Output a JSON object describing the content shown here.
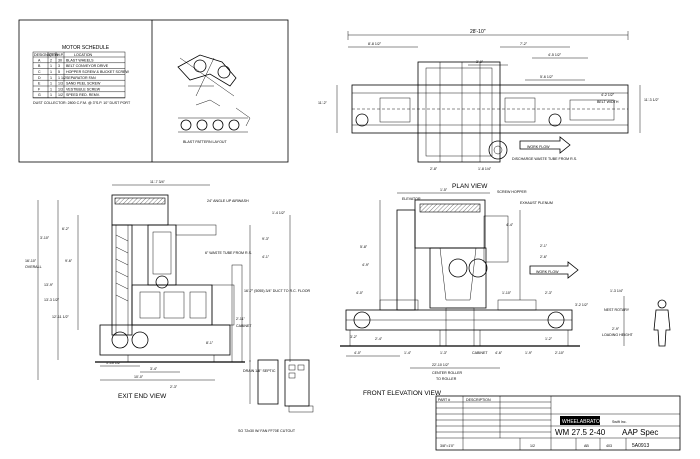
{
  "motor_schedule": {
    "title": "MOTOR SCHEDULE",
    "headers": [
      "DESIGNATION",
      "QTY.",
      "H.P.",
      "LOCATION"
    ],
    "rows": [
      [
        "A",
        "2",
        "30",
        "BLAST WHEELS"
      ],
      [
        "B",
        "1",
        "3",
        "BELT CONVEYOR DRIVE"
      ],
      [
        "C",
        "1",
        "5",
        "HOPPER SCREW & BUCKET SCREW"
      ],
      [
        "D",
        "1",
        "1 1/2",
        "SEPARATOR FAN"
      ],
      [
        "E",
        "1",
        "1/3",
        "SAND PEEL SCREW"
      ],
      [
        "F",
        "1",
        "1/3",
        "VESTIBULE SCREW"
      ],
      [
        "G",
        "1",
        "1/2",
        "SPEED RED. REMV."
      ]
    ],
    "note": "DUST COLLECTOR: 2800 C.F.M. @ 3\"S.P. 10\" DUST PORT"
  },
  "blast_pattern_label": "BLAST PATTERN LAYOUT",
  "views": {
    "plan": "PLAN VIEW",
    "exit_end": "EXIT END VIEW",
    "front_elevation": "FRONT ELEVATION VIEW"
  },
  "plan_dims": {
    "overall": "28'-10\"",
    "d1": "8'-8 1/2\"",
    "d2": "7'-2\"",
    "d3": "4'-5 1/2\"",
    "d4": "3'-0\"",
    "d5": "5'-6 1/2\"",
    "d6": "11'-2\"",
    "d7": "2'-8\"",
    "d8": "11'-3 1/2\"",
    "d9": "1'-8 1/4\"",
    "belt_width": "BELT WIDTH",
    "belt_dim": "4'-2 1/2\"",
    "work_flow": "WORK FLOW",
    "discharge": "DISCHARGE WASTE TUBE FROM R.S."
  },
  "exit_dims": {
    "top": "11'-7 3/4\"",
    "d1": "1'-4 1/2\"",
    "d2": "6'-2\"",
    "d3": "3'-10\"",
    "d4": "13'-9\"",
    "d5": "9'-6\"",
    "d6": "9'-3\"",
    "d7": "4'-1\"",
    "overall_label": "OVERALL",
    "overall_height": "16'-10\"",
    "d8": "13'-3 1/2\"",
    "d9": "12'-11 1/2\"",
    "d10": "1'-10 1/2\"",
    "d11": "3'-4\"",
    "d12": "10'-0\"",
    "d13": "2'-11\"",
    "d14": "8'-1\"",
    "d15": "2'-3\"",
    "angle_label": "24\" ANGLE UP AIRWASH",
    "dust_label": "6\" WASTE TUBE FROM R.S.",
    "cabinet": "CABINET",
    "slab_label": "16'-7\" (5055) 3/4\" DUCT TO R.C. FLOOR",
    "drain": "DRAIN 1/8\" SEPTIC"
  },
  "front_dims": {
    "d1": "1'-5\"",
    "d2": "5'-8\"",
    "d3": "4'-9\"",
    "d4": "4'-4\"",
    "d5": "2'-1\"",
    "d6": "2'-6\"",
    "d7": "4'-0\"",
    "d8": "1'-10\"",
    "d9": "2'-3\"",
    "d10": "4'-0\"",
    "d11": "1'-4\"",
    "d12": "1'-3\"",
    "d13": "4'-6\"",
    "d14": "3'-2\"",
    "d15": "2'-4\"",
    "d16": "1'-2\"",
    "d17": "1'-9\"",
    "d18": "2'-10\"",
    "center_roller": "CENTER ROLLER",
    "center_roller_dim": "22'-10 1/2\"",
    "to_roller": "TO ROLLER",
    "cabinet": "CABINET",
    "height_right": "3'-2 1/2\"",
    "work_flow": "WORK FLOW",
    "nest_rotary": "NEST ROTARY",
    "loading_height": "LOADING HEIGHT",
    "loading_dim": "2'-9\"",
    "side_height": "1'-3 1/4\"",
    "screw_label": "SCREW HOPPER",
    "exhaust_label": "EXHAUST PLENUM",
    "elev_label": "ELEVATOR"
  },
  "panel_cutout": "SO 72x30 W/ FAN FF70E CUTOUT",
  "title_block": {
    "company": "WHEELABRATOR",
    "model": "WM 27.5 2-40",
    "spec": "AAP Spec",
    "drawing_no": "5A0913",
    "notes_head": "PART #",
    "notes_head2": "DESCRIPTION",
    "scale_label": "3/8\"=1'0\"",
    "size_label": "1/2",
    "sheet_label": "AB",
    "rev_label": "403",
    "client": "Swift Inc."
  }
}
